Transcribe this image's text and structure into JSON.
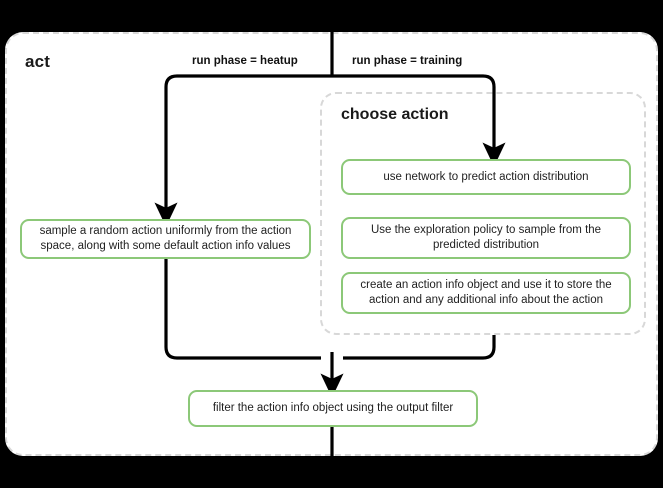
{
  "diagram": {
    "title": "act",
    "background_color": "#000000",
    "surface_color": "#ffffff",
    "node_border_color": "#8cc878",
    "group_border_color": "#d8d8d8",
    "edge_color": "#000000",
    "groups": [
      {
        "id": "act",
        "label": "act"
      },
      {
        "id": "choose-action",
        "label": "choose action"
      }
    ],
    "nodes": {
      "sample_random": "sample a random action uniformly from the action space, along with some default action info values",
      "use_network": "use network to predict action distribution",
      "exploration_policy": "Use the exploration policy to sample from the predicted distribution",
      "create_action_info": "create an action info object and use it to store the action and any additional info about the action",
      "filter_output": "filter the action info object using the output filter"
    },
    "edge_labels": {
      "heatup": "run phase = heatup",
      "training": "run phase = training"
    }
  }
}
